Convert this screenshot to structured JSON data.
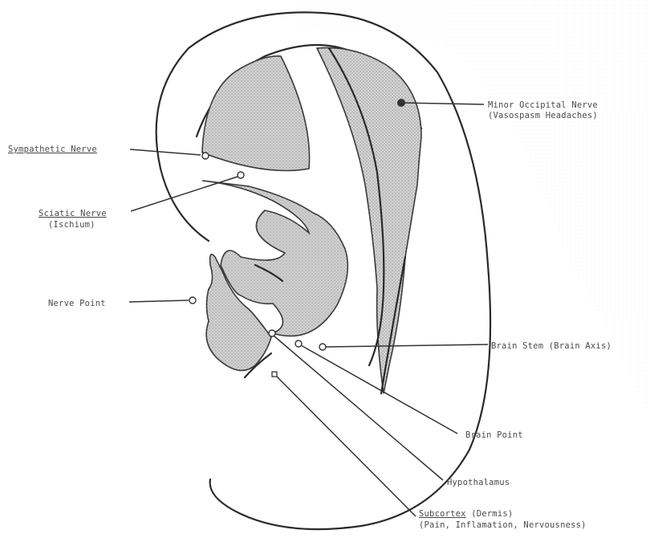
{
  "labels": {
    "minor_occipital_nerve": "Minor Occipital Nerve",
    "minor_occipital_nerve_note": "(Vasospasm Headaches)",
    "sympathetic_nerve": "Sympathetic Nerve",
    "sciatic_nerve": "Sciatic Nerve",
    "sciatic_nerve_note": "(Ischium)",
    "nerve_point": "Nerve Point",
    "brain_stem": "Brain Stem (Brain Axis)",
    "brain_point": "Brain Point",
    "hypothalamus": "Hypothalamus",
    "subcortex_title": "Subcortex",
    "subcortex_suffix": " (Dermis)",
    "subcortex_note": "(Pain, Inflamation, Nervousness)"
  }
}
